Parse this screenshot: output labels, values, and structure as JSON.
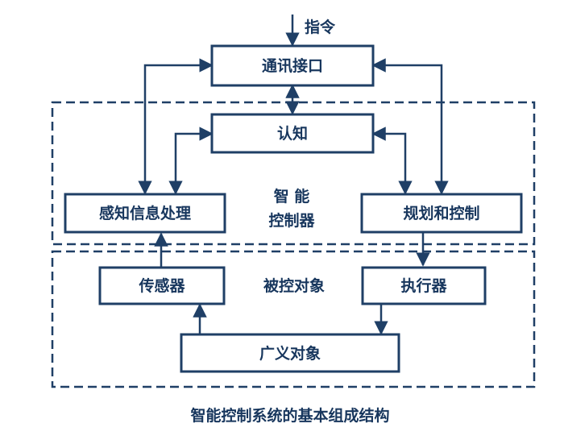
{
  "diagram": {
    "input_label": "指令",
    "regions": {
      "intelligent_controller_line1": "智 能",
      "intelligent_controller_line2": "控制器",
      "controlled_object": "被控对象"
    },
    "nodes": {
      "comm_interface": "通讯接口",
      "cognition": "认知",
      "perception_processing": "感知信息处理",
      "planning_control": "规划和控制",
      "sensor": "传感器",
      "actuator": "执行器",
      "generalized_object": "广义对象"
    },
    "caption": "智能控制系统的基本组成结构",
    "colors": {
      "stroke": "#1f3f66",
      "text": "#17365d",
      "background": "#ffffff"
    }
  }
}
